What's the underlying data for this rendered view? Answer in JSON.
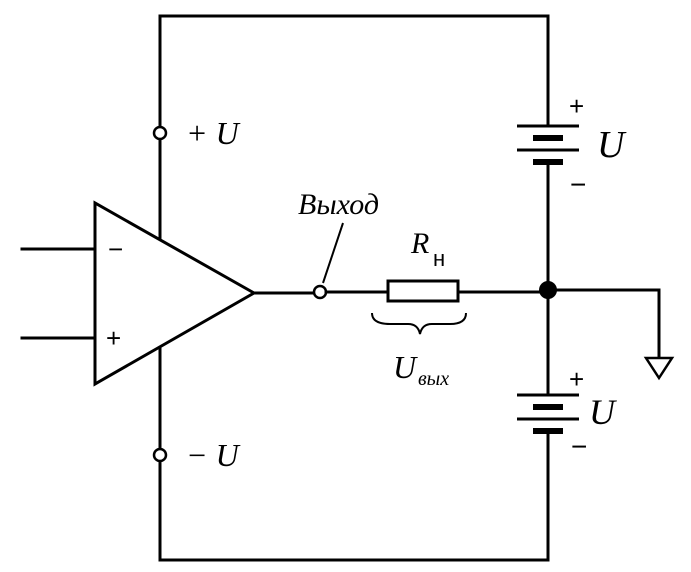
{
  "labels": {
    "plus_u": "+ U",
    "minus_u": "− U",
    "output": "Выход",
    "r_main": "R",
    "r_sub": "н",
    "u_main": "U",
    "u_sub": "вых",
    "batt_top_plus": "+",
    "batt_top_minus": "−",
    "batt_top_u": "U",
    "batt_bot_plus": "+",
    "batt_bot_minus": "−",
    "batt_bot_u": "U",
    "opamp_minus": "−",
    "opamp_plus": "+"
  },
  "colors": {
    "ink": "#000000",
    "paper": "#ffffff"
  }
}
